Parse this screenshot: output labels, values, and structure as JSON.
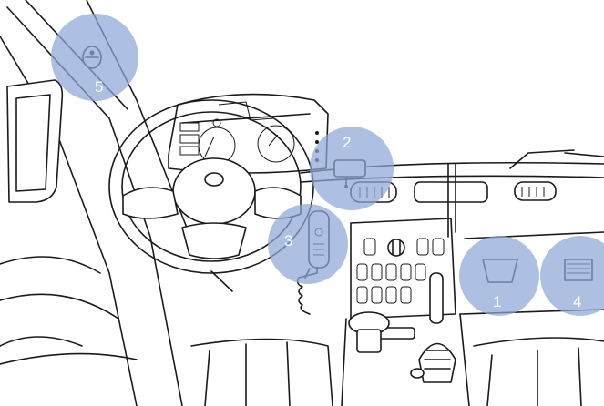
{
  "callouts": [
    {
      "label": "5"
    },
    {
      "label": "2"
    },
    {
      "label": "3"
    },
    {
      "label": "1"
    },
    {
      "label": "4"
    }
  ],
  "colors": {
    "callout_fill": "#8ea7d6",
    "line": "#1a1a1a",
    "background": "#ffffff"
  }
}
